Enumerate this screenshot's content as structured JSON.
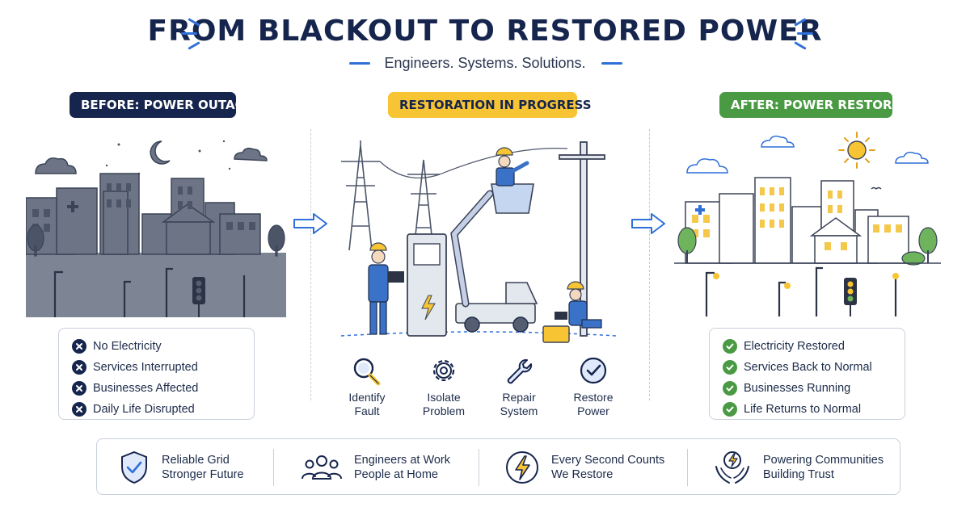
{
  "header": {
    "title": "FROM BLACKOUT TO RESTORED POWER",
    "subtitle": "Engineers. Systems. Solutions."
  },
  "colors": {
    "navy": "#16254d",
    "accent_blue": "#2f6fd8",
    "yellow": "#f7c534",
    "green": "#4a9a44",
    "outage_gray": "#7d8493"
  },
  "before": {
    "badge": "BEFORE: POWER OUTAGE",
    "items": [
      "No Electricity",
      "Services Interrupted",
      "Businesses Affected",
      "Daily Life Disrupted"
    ],
    "item_icon": "x-circle-icon"
  },
  "progress": {
    "badge": "RESTORATION IN PROGRESS",
    "steps": [
      {
        "line1": "Identify",
        "line2": "Fault",
        "icon": "magnifier-icon"
      },
      {
        "line1": "Isolate",
        "line2": "Problem",
        "icon": "gear-icon"
      },
      {
        "line1": "Repair",
        "line2": "System",
        "icon": "wrench-icon"
      },
      {
        "line1": "Restore",
        "line2": "Power",
        "icon": "check-circle-icon"
      }
    ]
  },
  "after": {
    "badge": "AFTER: POWER RESTORED",
    "items": [
      "Electricity Restored",
      "Services Back to Normal",
      "Businesses Running",
      "Life Returns to Normal"
    ],
    "item_icon": "check-circle-icon"
  },
  "bottom": [
    {
      "line1": "Reliable Grid",
      "line2": "Stronger Future",
      "icon": "shield-check-icon"
    },
    {
      "line1": "Engineers at Work",
      "line2": "People at Home",
      "icon": "people-icon"
    },
    {
      "line1": "Every Second Counts",
      "line2": "We Restore",
      "icon": "lightning-icon"
    },
    {
      "line1": "Powering Communities",
      "line2": "Building Trust",
      "icon": "hands-energy-icon"
    }
  ]
}
